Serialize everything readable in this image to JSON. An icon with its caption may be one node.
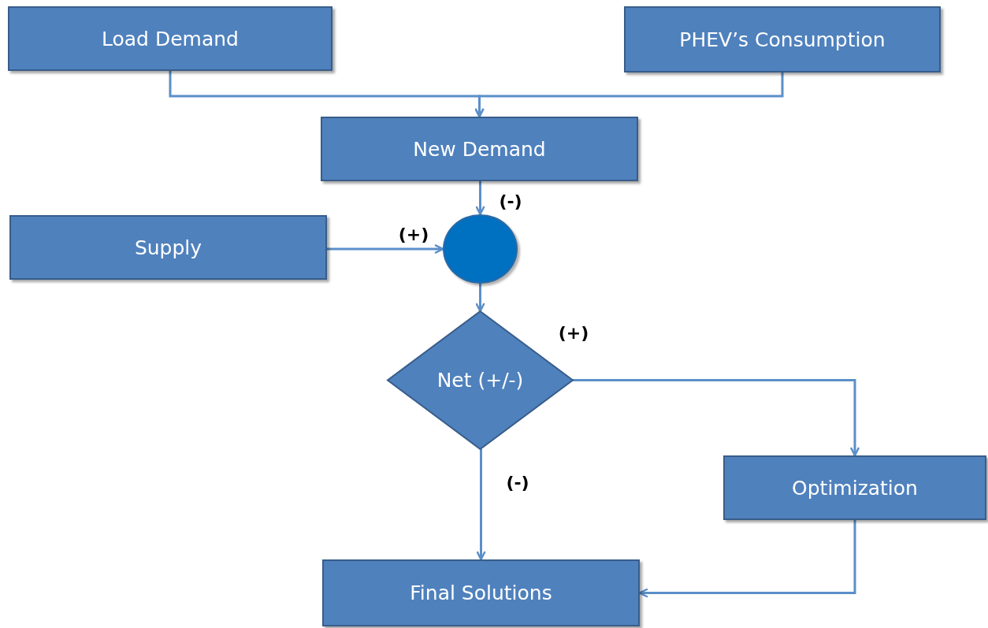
{
  "diagram": {
    "nodes": [
      {
        "text": [
          "Load Demand"
        ]
      },
      {
        "text": [
          "PHEV’s Consumption"
        ]
      },
      {
        "text": [
          "New Demand"
        ]
      },
      {
        "text": [
          "Supply"
        ]
      },
      {
        "text": [],
        "shape": "circle"
      },
      {
        "text": [
          "Net (+/-)"
        ]
      },
      {
        "text": [
          "Optimization"
        ]
      },
      {
        "text": [
          "Final Solutions"
        ]
      }
    ],
    "edges": [
      {
        "from": 0,
        "to": 2,
        "arrow": "to"
      },
      {
        "from": 1,
        "to": 2,
        "arrow": "to"
      },
      {
        "from": 2,
        "to": 4,
        "arrow": "to",
        "label": "(-)"
      },
      {
        "from": 3,
        "to": 4,
        "arrow": "to",
        "label": "(+)"
      },
      {
        "from": 4,
        "to": 5,
        "arrow": "to"
      },
      {
        "from": 5,
        "to": 6,
        "arrow": "to",
        "label": "(+)"
      },
      {
        "from": 5,
        "to": 7,
        "arrow": "to",
        "label": "(-)"
      },
      {
        "from": 6,
        "to": 7,
        "arrow": "to"
      }
    ]
  }
}
